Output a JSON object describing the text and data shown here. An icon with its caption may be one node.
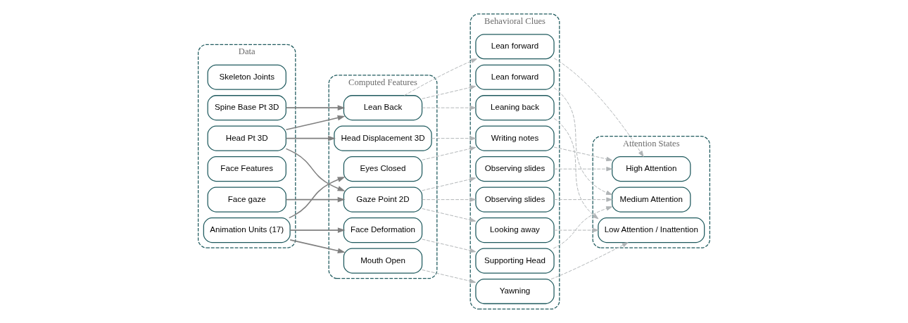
{
  "diagram": {
    "nodes": [
      {
        "text": [
          "Data"
        ]
      },
      {
        "text": [
          "Skeleton Joints"
        ],
        "in": 0
      },
      {
        "text": [
          "Head Pt 3D"
        ],
        "in": 0
      },
      {
        "text": [
          "Spine Base Pt 3D"
        ],
        "in": 0
      },
      {
        "text": [
          "Face Features"
        ],
        "in": 0
      },
      {
        "text": [
          "Face gaze"
        ],
        "in": 0
      },
      {
        "text": [
          "Animation Units (17)"
        ],
        "in": 0
      },
      {
        "text": [
          "Computed Features"
        ]
      },
      {
        "text": [
          "Lean Back"
        ],
        "in": 7
      },
      {
        "text": [
          "Head Displacement 3D"
        ],
        "in": 7
      },
      {
        "text": [
          "Gaze Point 2D"
        ],
        "in": 7
      },
      {
        "text": [
          "Eyes Closed"
        ],
        "in": 7
      },
      {
        "text": [
          "Face Deformation"
        ],
        "in": 7
      },
      {
        "text": [
          "Mouth Open"
        ],
        "in": 7
      },
      {
        "text": [
          "Behavioral Clues"
        ]
      },
      {
        "text": [
          "Observing slides"
        ],
        "in": 14
      },
      {
        "text": [
          "Writing notes"
        ],
        "in": 14
      },
      {
        "text": [
          "Lean forward"
        ],
        "in": 14
      },
      {
        "text": [
          "Observing slides"
        ],
        "in": 14
      },
      {
        "text": [
          "Supporting Head"
        ],
        "in": 14
      },
      {
        "text": [
          "Lean forward"
        ],
        "in": 14
      },
      {
        "text": [
          "Leaning back"
        ],
        "in": 14
      },
      {
        "text": [
          "Looking away"
        ],
        "in": 14
      },
      {
        "text": [
          "Yawning"
        ],
        "in": 14
      },
      {
        "text": [
          "Attention States"
        ]
      },
      {
        "text": [
          "High Attention"
        ],
        "in": 24
      },
      {
        "text": [
          "Medium Attention"
        ],
        "in": 24
      },
      {
        "text": [
          "Low Attention / Inattention"
        ],
        "in": 24
      }
    ],
    "edges": [
      {
        "from": 2,
        "to": 8,
        "arrow": "to",
        "color": "#808080"
      },
      {
        "from": 2,
        "to": 9,
        "arrow": "to",
        "color": "#808080"
      },
      {
        "from": 2,
        "to": 10,
        "arrow": "to",
        "color": "#808080"
      },
      {
        "from": 3,
        "to": 8,
        "arrow": "to",
        "color": "#808080"
      },
      {
        "from": 5,
        "to": 10,
        "arrow": "to",
        "color": "#808080"
      },
      {
        "from": 6,
        "to": 11,
        "arrow": "to",
        "color": "#808080"
      },
      {
        "from": 6,
        "to": 12,
        "arrow": "to",
        "color": "#808080"
      },
      {
        "from": 6,
        "to": 13,
        "arrow": "to",
        "color": "#808080"
      },
      {
        "from": 8,
        "to": 17,
        "arrow": "to",
        "style": "dashed"
      },
      {
        "from": 8,
        "to": 20,
        "arrow": "to",
        "style": "dashed"
      },
      {
        "from": 8,
        "to": 21,
        "arrow": "to",
        "style": "dashed"
      },
      {
        "from": 9,
        "to": 16,
        "arrow": "to",
        "style": "dashed"
      },
      {
        "from": 10,
        "to": 15,
        "arrow": "to",
        "style": "dashed"
      },
      {
        "from": 10,
        "to": 18,
        "arrow": "to",
        "style": "dashed"
      },
      {
        "from": 10,
        "to": 22,
        "arrow": "to",
        "style": "dashed"
      },
      {
        "from": 11,
        "to": 16,
        "arrow": "to",
        "style": "dashed"
      },
      {
        "from": 12,
        "to": 19,
        "arrow": "to",
        "style": "dashed"
      },
      {
        "from": 13,
        "to": 23,
        "arrow": "to",
        "style": "dashed"
      },
      {
        "from": 15,
        "to": 25,
        "arrow": "to",
        "style": "dashed"
      },
      {
        "from": 16,
        "to": 25,
        "arrow": "to",
        "style": "dashed"
      },
      {
        "from": 17,
        "to": 25,
        "arrow": "to",
        "style": "dashed"
      },
      {
        "from": 18,
        "to": 26,
        "arrow": "to",
        "style": "dashed"
      },
      {
        "from": 19,
        "to": 26,
        "arrow": "to",
        "style": "dashed"
      },
      {
        "from": 20,
        "to": 26,
        "arrow": "to",
        "style": "dashed"
      },
      {
        "from": 21,
        "to": 27,
        "arrow": "to",
        "style": "dashed"
      },
      {
        "from": 22,
        "to": 27,
        "arrow": "to",
        "style": "dashed"
      },
      {
        "from": 23,
        "to": 27,
        "arrow": "to",
        "style": "dashed"
      }
    ]
  }
}
